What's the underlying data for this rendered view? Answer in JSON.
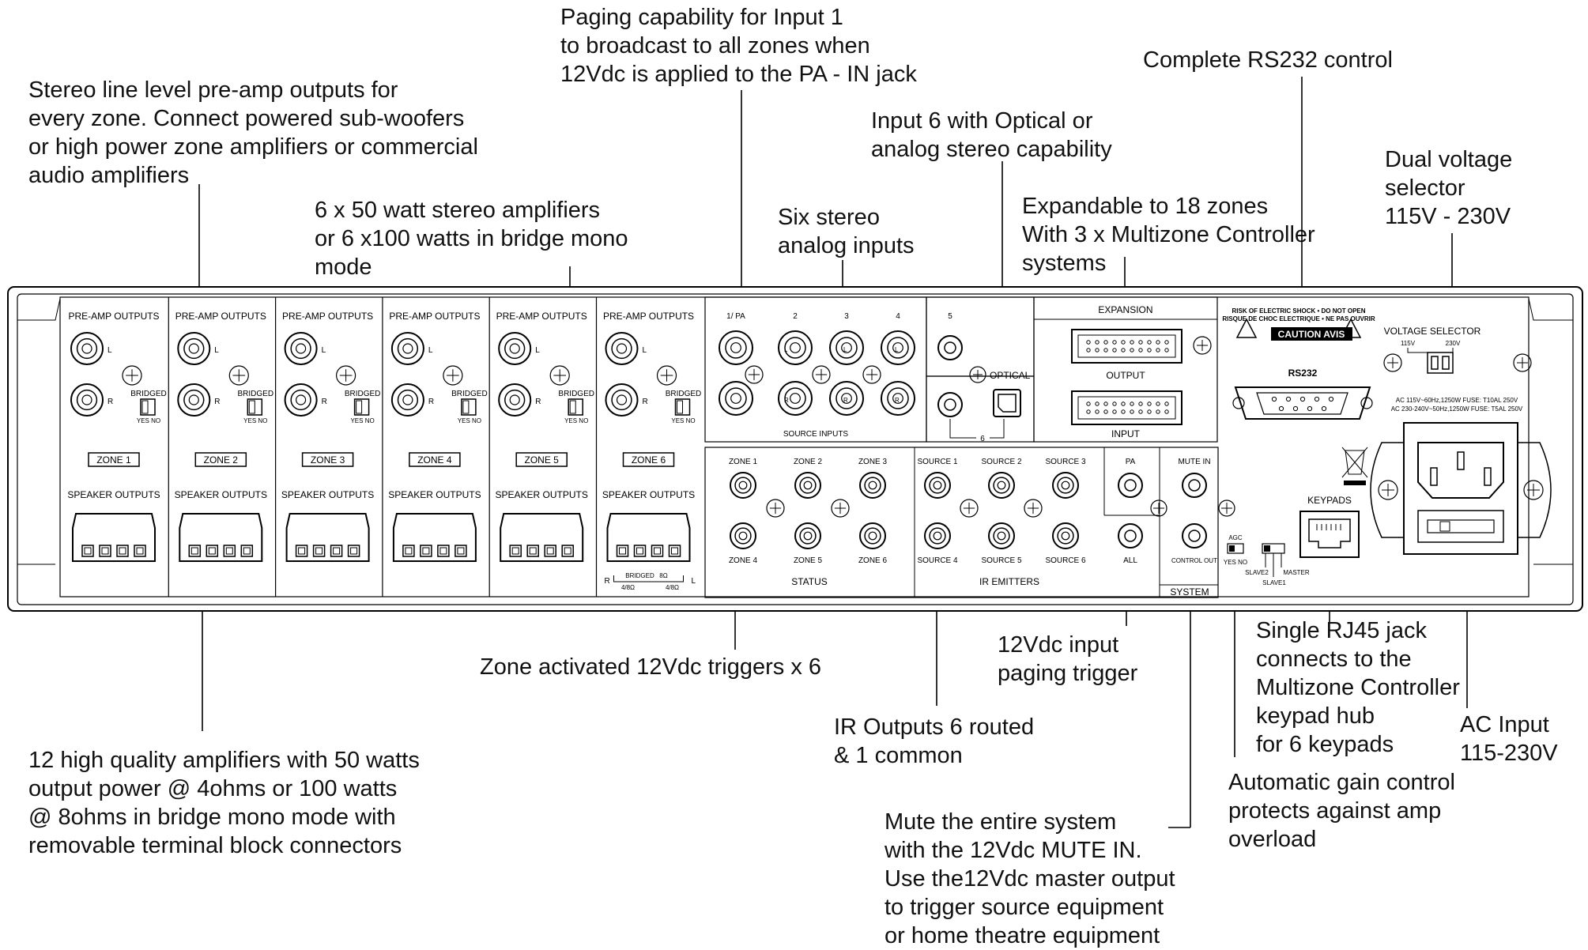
{
  "callouts": {
    "paging": [
      "Paging capability for Input 1",
      "to broadcast to all zones when",
      "12Vdc is applied to the PA - IN jack"
    ],
    "rs232": [
      "Complete RS232 control"
    ],
    "preamp": [
      "Stereo line level pre-amp outputs for",
      "every zone. Connect powered sub-woofers",
      "or high power zone amplifiers or commercial",
      "audio amplifiers"
    ],
    "optical": [
      "Input 6 with Optical or",
      "analog stereo capability"
    ],
    "voltage": [
      "Dual voltage",
      "selector",
      "115V - 230V"
    ],
    "amps": [
      "6 x 50 watt stereo amplifiers",
      "or 6 x100 watts in bridge mono",
      "mode"
    ],
    "analog": [
      "Six stereo",
      "analog inputs"
    ],
    "expand": [
      "Expandable to 18 zones",
      "With 3 x Multizone Controller",
      "systems"
    ],
    "triggers": [
      "Zone activated 12Vdc triggers x 6"
    ],
    "pagingTrigger": [
      "12Vdc input",
      "paging trigger"
    ],
    "rj45": [
      "Single RJ45 jack",
      "connects to the",
      "Multizone Controller",
      "keypad hub",
      "for 6 keypads"
    ],
    "acInput": [
      "AC Input",
      "115-230V"
    ],
    "ir": [
      "IR Outputs 6 routed",
      "& 1 common"
    ],
    "highQuality": [
      "12 high quality amplifiers with 50 watts",
      "output power @ 4ohms or 100 watts",
      "@ 8ohms in bridge mono mode with",
      "removable terminal block connectors"
    ],
    "agc": [
      "Automatic gain control",
      "protects against amp",
      "overload"
    ],
    "mute": [
      "Mute the entire system",
      "with the 12Vdc MUTE IN.",
      "Use the12Vdc master output",
      "to trigger source equipment",
      "or home theatre equipment"
    ]
  },
  "panel": {
    "preamp_outputs": "PRE-AMP OUTPUTS",
    "speaker_outputs": "SPEAKER OUTPUTS",
    "bridged": "BRIDGED",
    "yes_no": "YES NO",
    "l": "L",
    "r": "R",
    "zones": [
      "ZONE 1",
      "ZONE 2",
      "ZONE 3",
      "ZONE 4",
      "ZONE 5",
      "ZONE 6"
    ],
    "bridge_legend": "BRIDGED",
    "bridge_ohms_l": "4/8Ω",
    "bridge_ohms_r": "4/8Ω",
    "bridge_8": "8Ω",
    "source_inputs": "SOURCE INPUTS",
    "input_numbers": [
      "1/ PA",
      "2",
      "3",
      "4",
      "5"
    ],
    "optical": "OPTICAL",
    "six": "6",
    "expansion": "EXPANSION",
    "output": "OUTPUT",
    "input": "INPUT",
    "status_zones": [
      "ZONE 1",
      "ZONE 2",
      "ZONE 3",
      "ZONE 4",
      "ZONE 5",
      "ZONE 6"
    ],
    "status": "STATUS",
    "ir_sources": [
      "SOURCE 1",
      "SOURCE 2",
      "SOURCE 3",
      "SOURCE 4",
      "SOURCE 5",
      "SOURCE 6"
    ],
    "ir_emitters": "IR EMITTERS",
    "pa": "PA",
    "all": "ALL",
    "mute_in": "MUTE IN",
    "control_out": "CONTROL OUT",
    "system": "SYSTEM",
    "agc": "AGC",
    "agc_yes_no": "YES NO",
    "slave2": "SLAVE2",
    "slave1": "SLAVE1",
    "master": "MASTER",
    "keypads": "KEYPADS",
    "warning_1": "RISK OF ELECTRIC SHOCK • DO NOT OPEN",
    "warning_2": "RISQUE DE CHOC ELECTRIQUE • NE PAS OUVRIR",
    "caution": "CAUTION AVIS",
    "rs232": "RS232",
    "voltage_selector": "VOLTAGE SELECTOR",
    "v115": "115V",
    "v230": "230V",
    "ac_line1": "AC 115V~60Hz,1250W  FUSE: T10AL 250V",
    "ac_line2": "AC 230-240V~50Hz,1250W  FUSE: T5AL 250V"
  }
}
